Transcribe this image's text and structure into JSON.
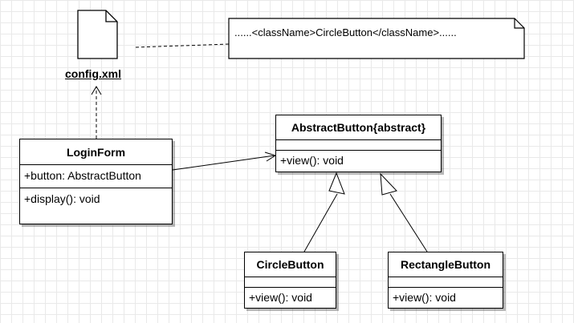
{
  "config_file": {
    "label": "config.xml",
    "icon": "file-icon"
  },
  "note": {
    "text": "......<className>CircleButton</className>......"
  },
  "classes": {
    "login_form": {
      "name": "LoginForm",
      "attributes": [
        "+button: AbstractButton"
      ],
      "operations": [
        "+display(): void"
      ]
    },
    "abstract_button": {
      "name": "AbstractButton{abstract}",
      "attributes": [],
      "operations": [
        "+view(): void"
      ]
    },
    "circle_button": {
      "name": "CircleButton",
      "attributes": [],
      "operations": [
        "+view(): void"
      ]
    },
    "rectangle_button": {
      "name": "RectangleButton",
      "attributes": [],
      "operations": [
        "+view(): void"
      ]
    }
  },
  "relations": [
    {
      "from": "LoginForm",
      "to": "config.xml",
      "kind": "dependency"
    },
    {
      "from": "config.xml",
      "to": "note",
      "kind": "note-link"
    },
    {
      "from": "LoginForm",
      "to": "AbstractButton{abstract}",
      "kind": "association"
    },
    {
      "from": "CircleButton",
      "to": "AbstractButton{abstract}",
      "kind": "generalization"
    },
    {
      "from": "RectangleButton",
      "to": "AbstractButton{abstract}",
      "kind": "generalization"
    }
  ]
}
